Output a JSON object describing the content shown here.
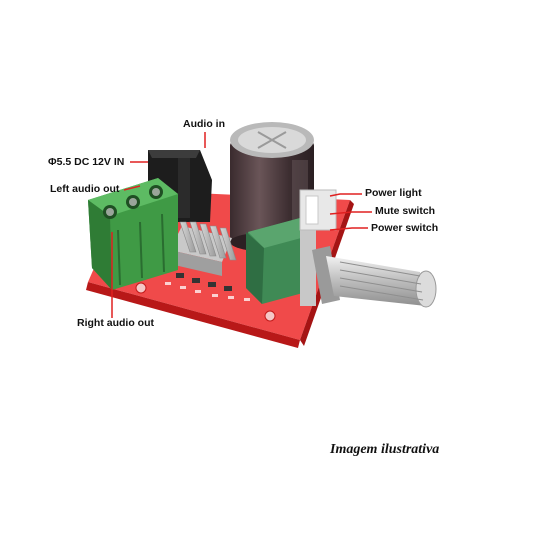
{
  "labels": {
    "audio_in": "Audio in",
    "dc_in": "Φ5.5 DC 12V IN",
    "left_out": "Left audio out",
    "right_out": "Right audio out",
    "power_light": "Power light",
    "mute_switch": "Mute switch",
    "power_switch": "Power switch"
  },
  "caption": "Imagem ilustrativa",
  "colors": {
    "pcb": "#e5262c",
    "terminal": "#3f9a45",
    "potentiometer": "#3f8a55",
    "capacitor": "#4a3a3c",
    "leader_line": "#e02020"
  }
}
